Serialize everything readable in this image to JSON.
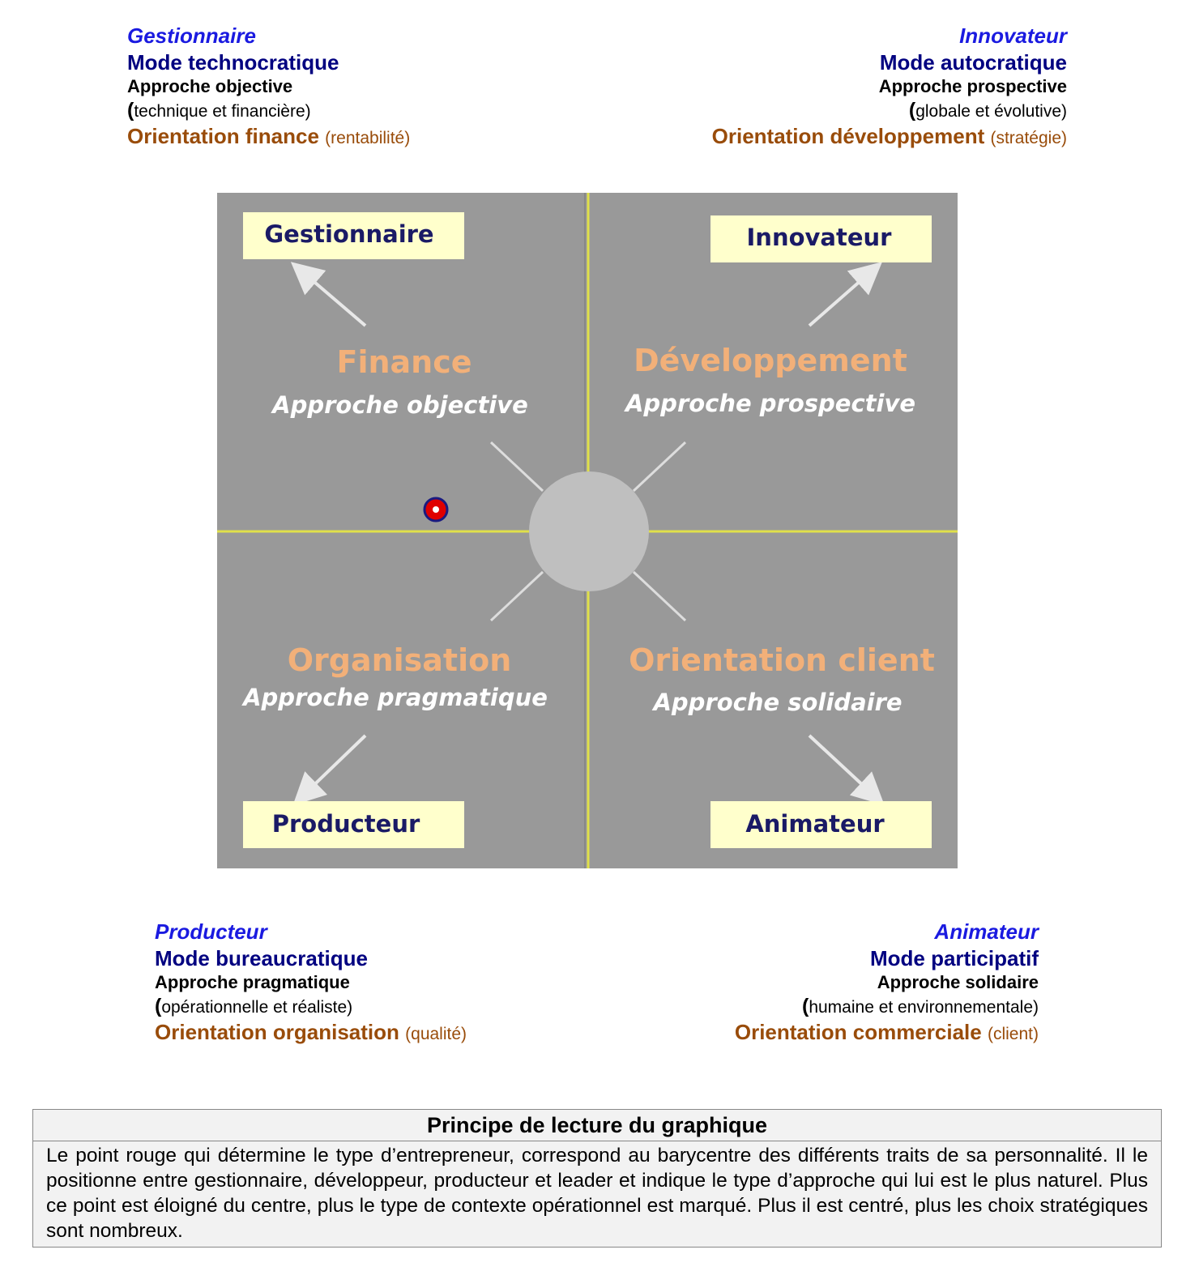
{
  "quadrants": {
    "top_left": {
      "title": "Gestionnaire",
      "mode": "Mode technocratique",
      "approach": "Approche objective",
      "detail": "technique et financière)",
      "orientation": "Orientation finance",
      "orientation_note": "(rentabilité)"
    },
    "top_right": {
      "title": "Innovateur",
      "mode": "Mode autocratique",
      "approach": "Approche prospective",
      "detail": "globale et évolutive)",
      "orientation": "Orientation développement",
      "orientation_note": "(stratégie)"
    },
    "bottom_left": {
      "title": "Producteur",
      "mode": "Mode bureaucratique",
      "approach": "Approche pragmatique",
      "detail": "opérationnelle et réaliste)",
      "orientation": "Orientation organisation",
      "orientation_note": "(qualité)"
    },
    "bottom_right": {
      "title": "Animateur",
      "mode": "Mode participatif",
      "approach": "Approche solidaire",
      "detail": "humaine et environnementale)",
      "orientation": "Orientation commerciale",
      "orientation_note": "(client)"
    }
  },
  "diagram": {
    "labels": {
      "top_left": "Gestionnaire",
      "top_right": "Innovateur",
      "bottom_left": "Producteur",
      "bottom_right": "Animateur"
    },
    "centers": {
      "top_left": {
        "heading": "Finance",
        "sub": "Approche objective"
      },
      "top_right": {
        "heading": "Développement",
        "sub": "Approche prospective"
      },
      "bottom_left": {
        "heading": "Organisation",
        "sub": "Approche pragmatique"
      },
      "bottom_right": {
        "heading": "Orientation client",
        "sub": "Approche solidaire"
      }
    },
    "colors": {
      "background": "#999999",
      "axis": "#e0e04a",
      "label_box": "#ffffcc",
      "label_text": "#1a1a66",
      "heading": "#f2b079",
      "subheading": "#ffffff",
      "center_circle": "#bfbfbf",
      "marker": "#e00000"
    }
  },
  "reading": {
    "title": "Principe de lecture du graphique",
    "text": "Le point rouge qui détermine le type d’entrepreneur, correspond au barycentre des différents traits de sa personnalité. Il le positionne entre gestionnaire, développeur, producteur et leader et indique le type d’approche qui lui est le plus naturel. Plus ce point est éloigné du centre, plus le type de contexte opérationnel est marqué. Plus il est centré, plus les choix stratégiques sont nombreux."
  }
}
